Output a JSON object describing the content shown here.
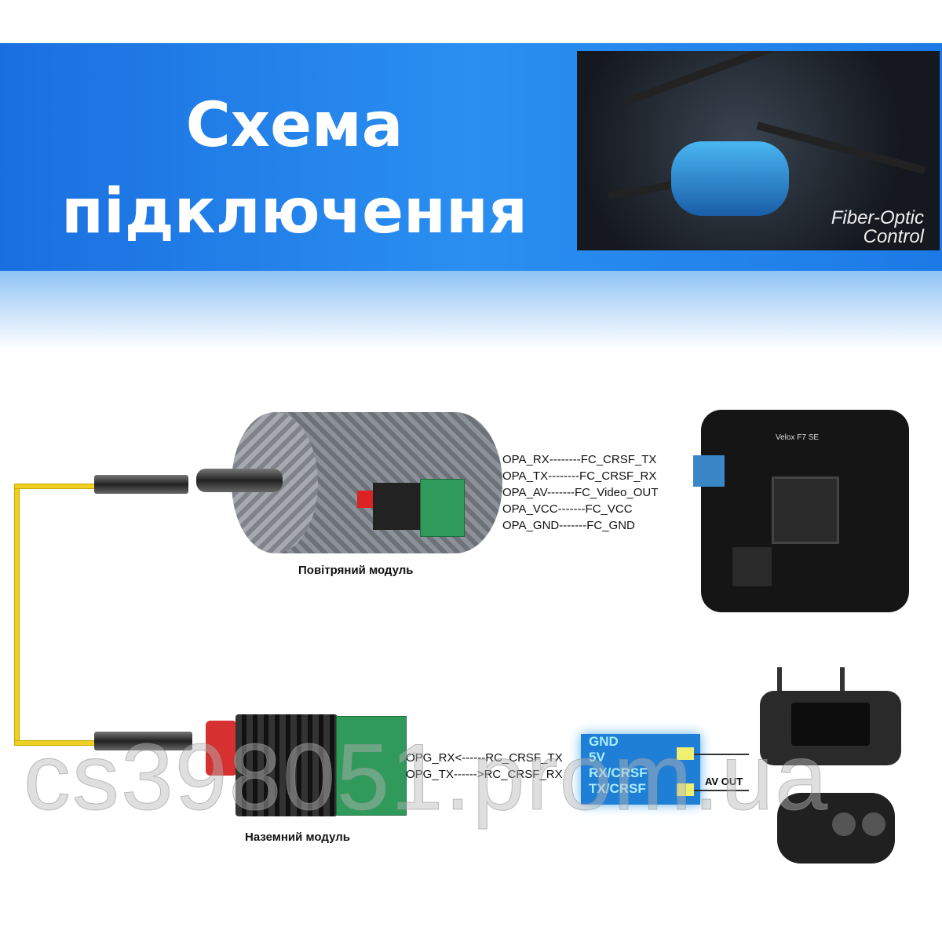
{
  "header": {
    "title_line1": "Схема",
    "title_line2": "підключення"
  },
  "photo": {
    "caption_line1": "Fiber-Optic",
    "caption_line2": "Control"
  },
  "air_module": {
    "label": "Повітряний модуль",
    "connections": [
      "OPA_RX--------FC_CRSF_TX",
      "OPA_TX--------FC_CRSF_RX",
      "OPA_AV-------FC_Video_OUT",
      "OPA_VCC-------FC_VCC",
      "OPA_GND-------FC_GND"
    ]
  },
  "flight_controller": {
    "board_text": "Velox F7 SE"
  },
  "ground_module": {
    "label": "Наземний модуль",
    "connections": [
      "OPG_RX<------RC_CRSF_TX",
      "OPG_TX------>RC_CRSF_RX"
    ]
  },
  "receiver_pins": [
    "GND",
    "5V",
    "RX/CRSF",
    "TX/CRSF"
  ],
  "av_out": "AV OUT",
  "watermark": "cs398051.prom.ua"
}
